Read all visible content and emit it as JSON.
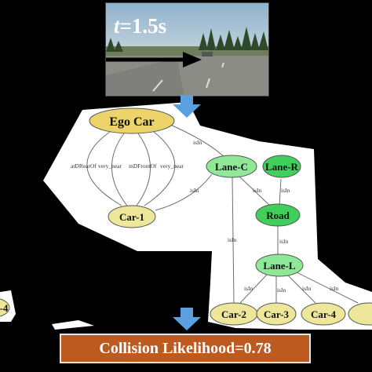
{
  "scene": {
    "time_var": "t",
    "time_value": "=1.5s"
  },
  "graph": {
    "nodes": {
      "ego": "Ego Car",
      "car1": "Car-1",
      "laneC": "Lane-C",
      "laneR": "Lane-R",
      "road": "Road",
      "laneL": "Lane-L",
      "car2": "Car-2",
      "car3": "Car-3",
      "car4": "Car-4",
      "car_partial": "-4"
    },
    "edges": {
      "ego_car1_1": "atDRearOf",
      "ego_car1_2": "very_near",
      "ego_car1_3": "inDFrontOf",
      "ego_car1_4": "very_near",
      "ego_laneC": "isIn",
      "car1_laneC": "isIn",
      "laneC_road": "isIn",
      "laneR_road": "isIn",
      "road_laneL": "isIn",
      "car2_laneC": "isIn",
      "car2_laneL": "isIn",
      "car3_laneL": "isIn",
      "car4_laneL": "isIn",
      "car5_laneL": "isIn"
    },
    "colors": {
      "yellow_node": "#ecdf74",
      "car_node": "#eee79a",
      "green_node": "#8ee898",
      "green_dark_node": "#3fcf5a",
      "arrow": "#5aa0e0",
      "highlight": "#ffffff"
    }
  },
  "result": {
    "label": "Collision Likelihood=0.78",
    "color": "#bc5a20"
  }
}
